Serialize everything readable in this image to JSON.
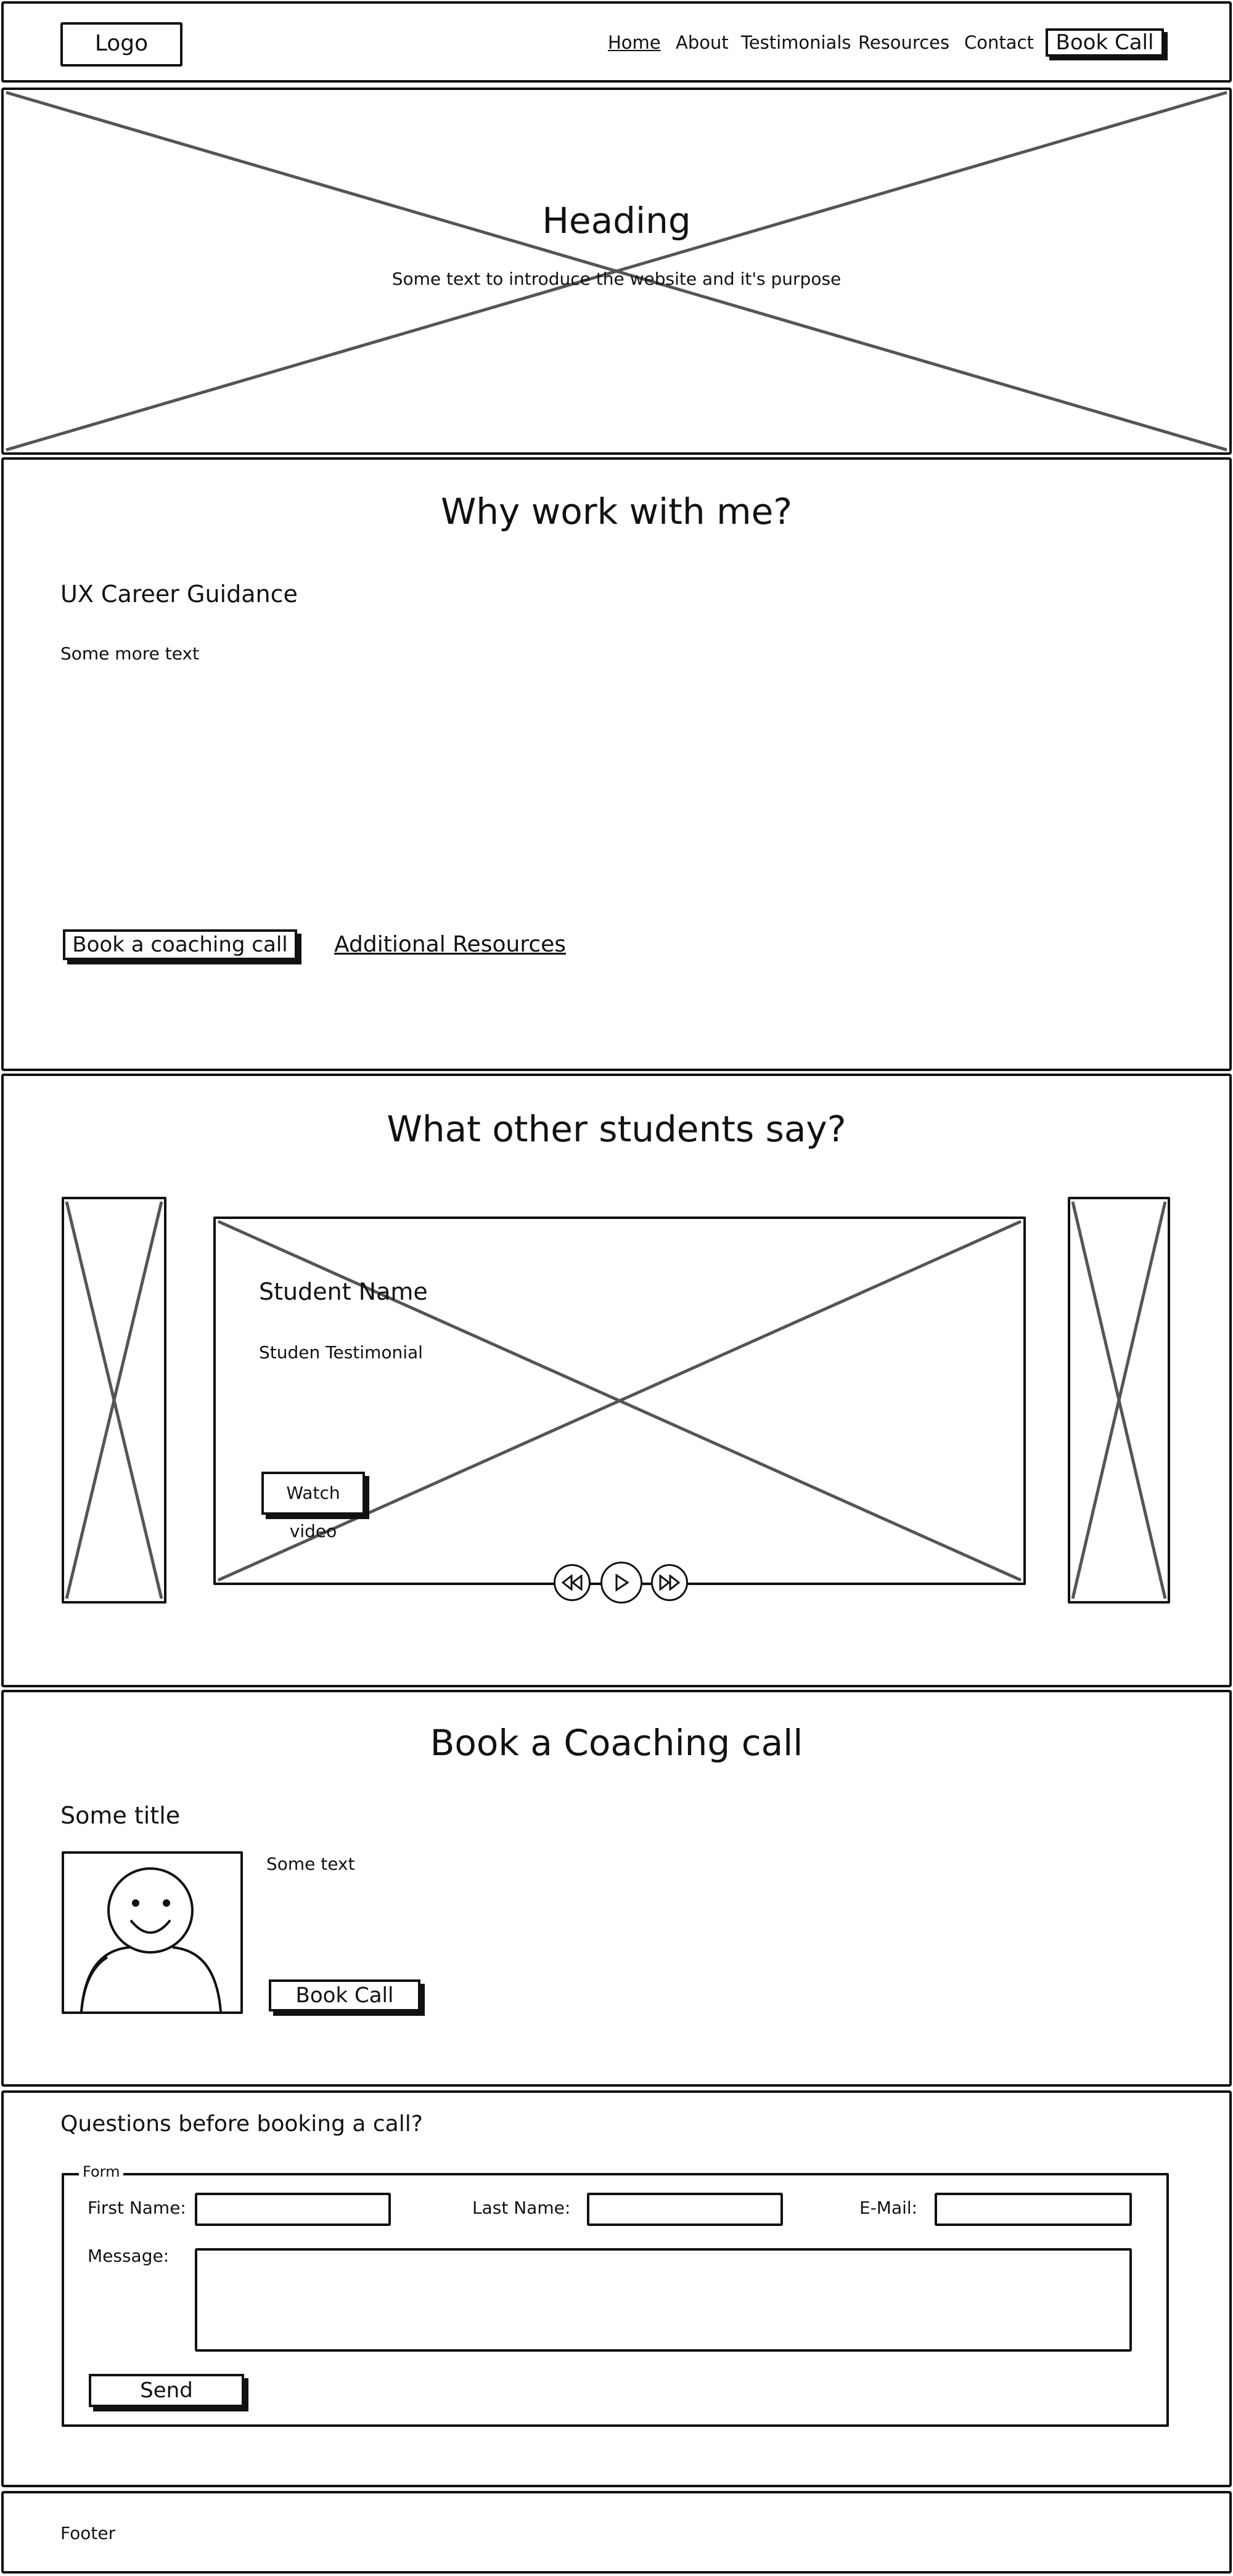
{
  "nav": {
    "logo": "Logo",
    "links": [
      "Home",
      "About",
      "Testimonials",
      "Resources",
      "Contact"
    ],
    "active_link": "Home",
    "cta": "Book Call"
  },
  "hero": {
    "heading": "Heading",
    "subtext": "Some text to introduce the website and it's purpose"
  },
  "why": {
    "heading": "Why work with me?",
    "subheading": "UX Career Guidance",
    "body": "Some more text",
    "button": "Book a coaching call",
    "link": "Additional Resources"
  },
  "testimonials": {
    "heading": "What other students say?",
    "student_name": "Student Name",
    "testimonial": "Studen Testimonial",
    "video_button": "Watch video",
    "icons": [
      "rewind-icon",
      "play-icon",
      "fast-forward-icon"
    ]
  },
  "coaching": {
    "heading": "Book a Coaching call",
    "title": "Some title",
    "text": "Some text",
    "button": "Book Call"
  },
  "contact": {
    "heading": "Questions before booking a call?",
    "legend": "Form",
    "first_name_label": "First Name:",
    "last_name_label": "Last Name:",
    "email_label": "E-Mail:",
    "message_label": "Message:",
    "first_name_value": "",
    "last_name_value": "",
    "email_value": "",
    "message_value": "",
    "send_button": "Send"
  },
  "footer": {
    "text": "Footer"
  }
}
